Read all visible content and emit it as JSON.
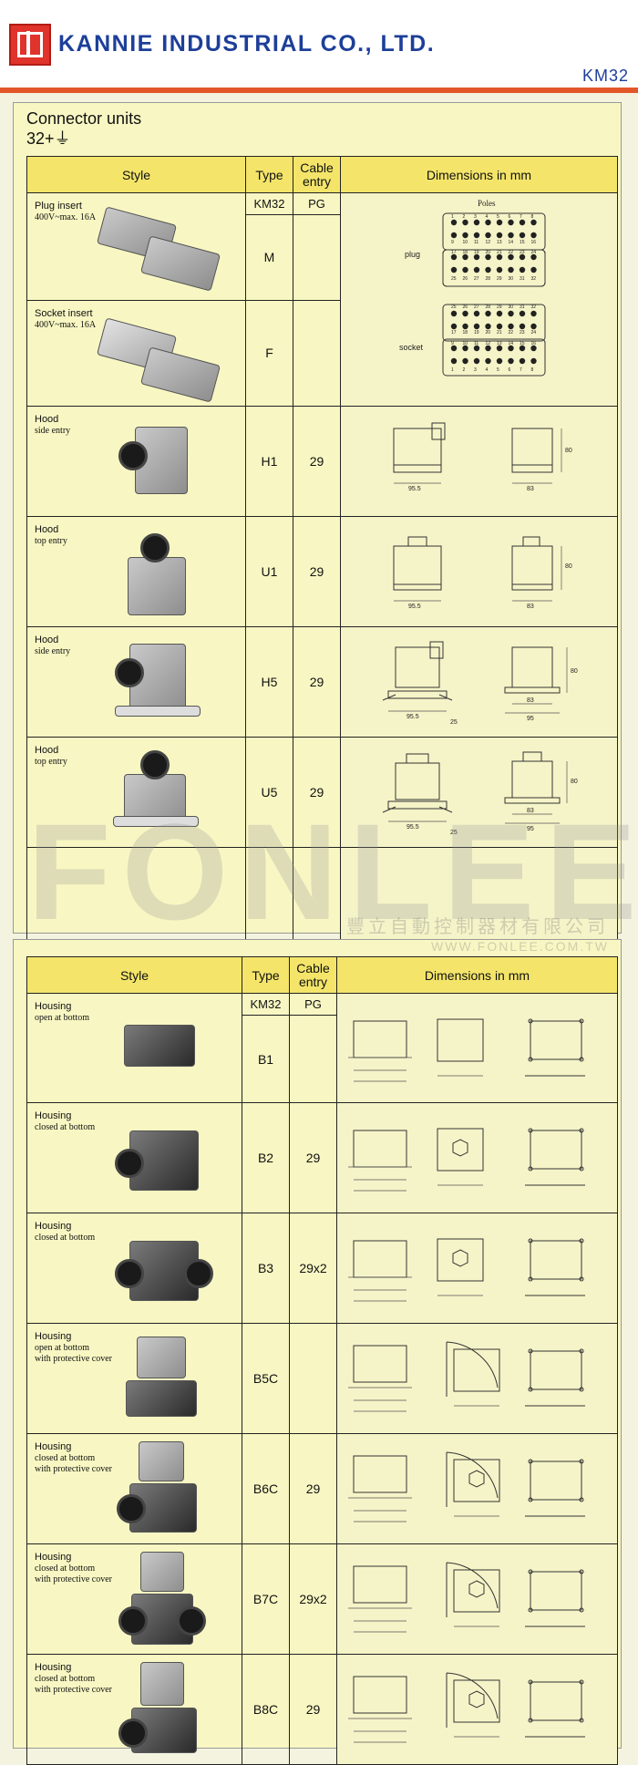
{
  "header": {
    "company": "KANNIE INDUSTRIAL CO., LTD.",
    "model": "KM32"
  },
  "panel1": {
    "title": "Connector units",
    "subtitle": "32+⏚",
    "headers": {
      "style": "Style",
      "type": "Type",
      "cable": "Cable\nentry",
      "dims": "Dimensions  in  mm"
    },
    "subheader": {
      "type": "KM32",
      "cable": "PG"
    },
    "poles_label": "Poles",
    "plug_label": "plug",
    "socket_label": "socket",
    "rows": [
      {
        "name": "Plug insert",
        "desc": "400V~max. 16A",
        "type": "M",
        "cable": ""
      },
      {
        "name": "Socket insert",
        "desc": "400V~max. 16A",
        "type": "F",
        "cable": ""
      },
      {
        "name": "Hood",
        "desc": "side entry",
        "type": "H1",
        "cable": "29",
        "dims": [
          "95.5",
          "83",
          "80"
        ]
      },
      {
        "name": "Hood",
        "desc": "top entry",
        "type": "U1",
        "cable": "29",
        "dims": [
          "95.5",
          "83",
          "80"
        ]
      },
      {
        "name": "Hood",
        "desc": "side entry",
        "type": "H5",
        "cable": "29",
        "dims": [
          "95.5",
          "25",
          "83",
          "95",
          "80"
        ]
      },
      {
        "name": "Hood",
        "desc": "top entry",
        "type": "U5",
        "cable": "29",
        "dims": [
          "95.5",
          "25",
          "83",
          "95",
          "80"
        ]
      }
    ],
    "plug_top": [
      "1",
      "2",
      "3",
      "4",
      "5",
      "6",
      "7",
      "8"
    ],
    "plug_r2": [
      "9",
      "10",
      "11",
      "12",
      "13",
      "14",
      "15",
      "16"
    ],
    "plug_r3": [
      "17",
      "18",
      "19",
      "20",
      "21",
      "22",
      "23",
      "24"
    ],
    "plug_r4": [
      "25",
      "26",
      "27",
      "28",
      "29",
      "30",
      "31",
      "32"
    ]
  },
  "panel2": {
    "headers": {
      "style": "Style",
      "type": "Type",
      "cable": "Cable\nentry",
      "dims": "Dimensions  in  mm"
    },
    "subheader": {
      "type": "KM32",
      "cable": "PG"
    },
    "rows": [
      {
        "name": "Housing",
        "desc": "open at bottom",
        "desc2": "",
        "type": "B1",
        "cable": ""
      },
      {
        "name": "Housing",
        "desc": "closed at bottom",
        "desc2": "",
        "type": "B2",
        "cable": "29"
      },
      {
        "name": "Housing",
        "desc": "closed at bottom",
        "desc2": "",
        "type": "B3",
        "cable": "29x2"
      },
      {
        "name": "Housing",
        "desc": "open at bottom",
        "desc2": "with protective cover",
        "type": "B5C",
        "cable": ""
      },
      {
        "name": "Housing",
        "desc": "closed at bottom",
        "desc2": "with protective cover",
        "type": "B6C",
        "cable": "29"
      },
      {
        "name": "Housing",
        "desc": "closed at bottom",
        "desc2": "with protective cover",
        "type": "B7C",
        "cable": "29x2"
      },
      {
        "name": "Housing",
        "desc": "closed at bottom",
        "desc2": "with protective cover",
        "type": "B8C",
        "cable": "29"
      }
    ]
  },
  "watermark": {
    "text": "FONLEE",
    "cn": "豐立自動控制器材有限公司",
    "url": "WWW.FONLEE.COM.TW"
  }
}
